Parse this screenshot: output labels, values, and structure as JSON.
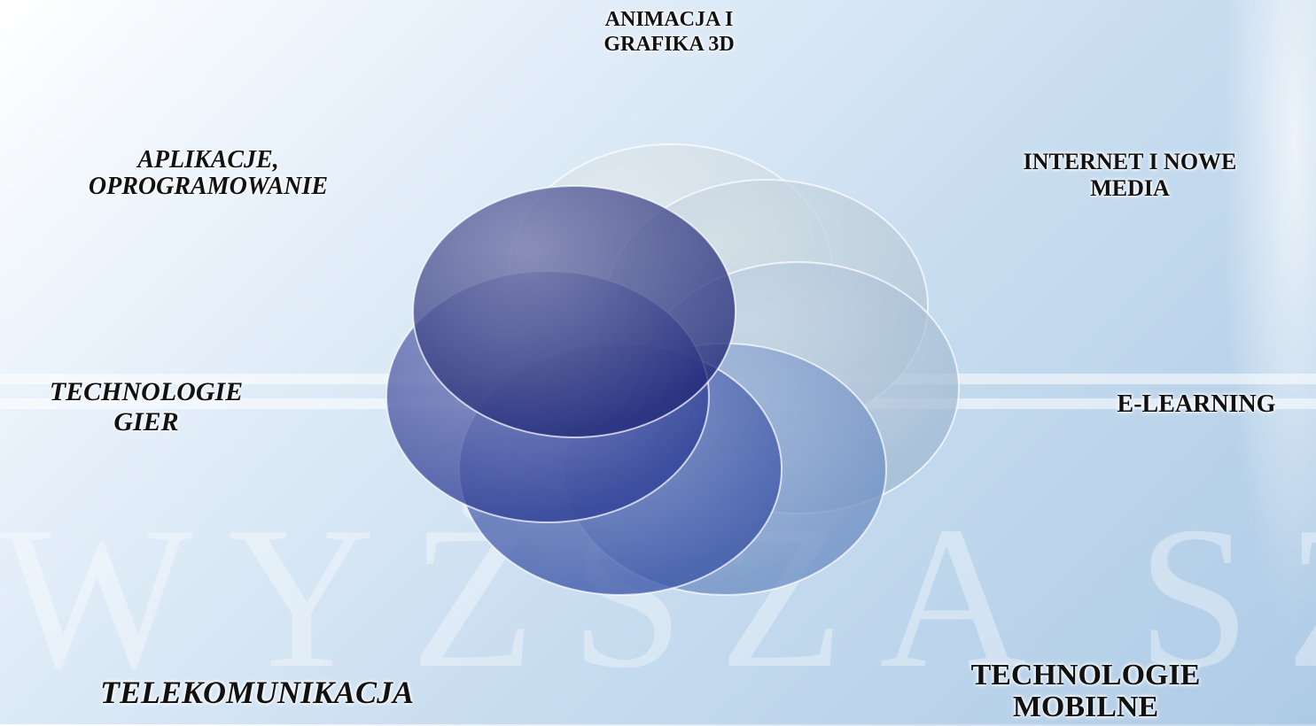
{
  "labels": {
    "top": "ANIMACJA I\nGRAFIKA 3D",
    "top_right": "INTERNET I NOWE\nMEDIA",
    "right": "E-LEARNING",
    "bottom_right": "TECHNOLOGIE\nMOBILNE",
    "bottom_left": "TELEKOMUNIKACJA",
    "left": "TECHNOLOGIE\nGIER",
    "top_left": "APLIKACJE,\nOPROGRAMOWANIE"
  },
  "watermark": "WYŻSZA SZKOŁA",
  "circle_colors": [
    "#c9d7e0",
    "#b3c6d4",
    "#9fb9d1",
    "#6f8fc4",
    "#3c56a6",
    "#2f3f96",
    "#232a78"
  ]
}
